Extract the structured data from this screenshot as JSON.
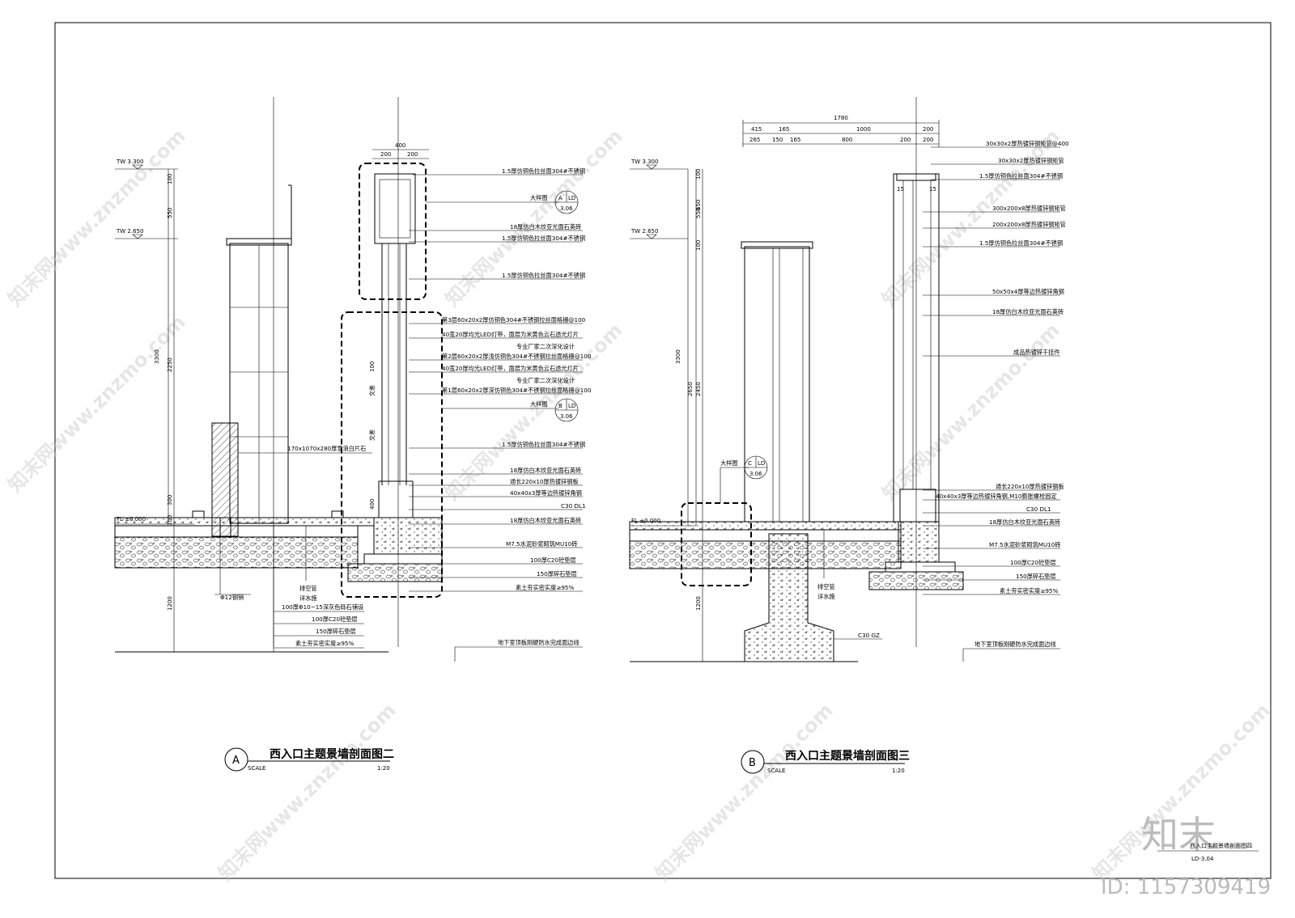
{
  "sheet": {
    "watermark_text": "知末网www.znzmo.com",
    "brand_mark": "知末",
    "id_label": "ID: 1157309419",
    "sheet_title": "西入口主题景墙剖面图四",
    "sheet_code": "LD-3.04"
  },
  "section_a": {
    "badge": "A",
    "title": "西入口主题景墙剖面图二",
    "scale_label": "SCALE",
    "scale_value": "1:20",
    "level_tw1": "TW 3.300",
    "level_tw2": "TW 2.650",
    "level_fl": "FL ±0.000",
    "dims_vertical": [
      "100",
      "550",
      "3300",
      "2250",
      "300",
      "100",
      "1200",
      "400",
      "100",
      "交差",
      "交差"
    ],
    "dims_top": [
      "400",
      "200",
      "200"
    ],
    "detail_a": {
      "name": "大样图",
      "letter": "A",
      "code": "LD",
      "sheet": "3.06"
    },
    "detail_b": {
      "name": "大样图",
      "letter": "B",
      "code": "LD",
      "sheet": "3.06"
    },
    "callouts_right": [
      "1.5厚仿铜色拉丝面304#不锈钢",
      "18厚仿白木纹亚光面石英砖",
      "1.5厚仿铜色拉丝面304#不锈钢",
      "1.5厚仿铜色拉丝面304#不锈钢",
      "第3层60x20x2厚仿铜色304#不锈钢拉丝面格栅@100",
      "40宽20厚均光LED灯带，面层为米黄色云石透光灯片",
      "专业厂家二次深化设计",
      "第2层60x20x2厚浅仿铜色304#不锈钢拉丝面格栅@100",
      "40宽20厚均光LED灯带，面层为米黄色云石透光灯片",
      "专业厂家二次深化设计",
      "第1层60x20x2厚深仿铜色304#不锈钢拉丝面格栅@100",
      "1.5厚仿铜色拉丝面304#不锈钢",
      "18厚仿白木纹亚光面石英砖",
      "通长220x10厚热镀锌钢板",
      "40x40x3厚等边热镀锌角钢",
      "C30 DL1",
      "18厚仿白木纹亚光面石英砖",
      "M7.5水泥砂浆砌筑MU10砖",
      "100厚C20砼垫层",
      "150厚碎石垫层",
      "素土夯实密实度≥95%",
      "地下室顶板刚硬防水完成面边线"
    ],
    "callout_stone": "170x1070x280厚雪浪白片石",
    "callouts_bottom": [
      "Φ12钢销",
      "排空管",
      "详水施",
      "100厚Φ10~15深灰色砾石铺设",
      "100厚C20砼垫层",
      "150厚碎石垫层",
      "素土夯实密实度≥95%"
    ]
  },
  "section_b": {
    "badge": "B",
    "title": "西入口主题景墙剖面图三",
    "scale_label": "SCALE",
    "scale_value": "1:20",
    "level_tw1": "TW 3.300",
    "level_tw2": "TW 2.650",
    "level_fl": "FL ±0.000",
    "dims_top_row1": [
      "1780"
    ],
    "dims_top_row2": [
      "415",
      "165",
      "1000",
      "200"
    ],
    "dims_top_row3": [
      "265",
      "150",
      "165",
      "800",
      "200",
      "200"
    ],
    "dims_vertical": [
      "650",
      "3300",
      "550",
      "100",
      "2650",
      "2450",
      "1200",
      "100",
      "15",
      "15"
    ],
    "detail_c": {
      "name": "大样图",
      "letter": "C",
      "code": "LD",
      "sheet": "3.06"
    },
    "callouts_right": [
      "30x30x2厚热镀锌钢矩管@400",
      "30x30x2厚热镀锌钢矩管",
      "1.5厚仿铜色拉丝面304#不锈钢",
      "300x200x8厚热镀锌钢矩管",
      "200x200x8厚热镀锌钢矩管",
      "1.5厚仿铜色拉丝面304#不锈钢",
      "50x50x4厚等边热镀锌角钢",
      "18厚仿白木纹亚光面石英砖",
      "成品热镀锌干挂件",
      "通长220x10厚热镀锌钢板",
      "40x40x3厚等边热镀锌角钢,M10膨胀螺栓固定",
      "C30 DL1",
      "18厚仿白木纹亚光面石英砖",
      "M7.5水泥砂浆砌筑MU10砖",
      "100厚C20砼垫层",
      "150厚碎石垫层",
      "素土夯实密实度≥95%",
      "地下室顶板刚硬防水完成面边线"
    ],
    "callouts_bottom": [
      "排空管",
      "详水施",
      "C30 GZ"
    ]
  }
}
